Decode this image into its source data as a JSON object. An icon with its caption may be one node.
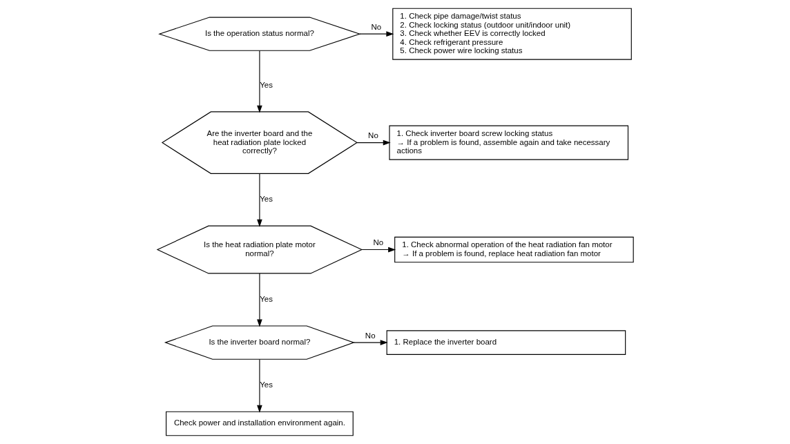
{
  "diagram": {
    "nodes": [
      {
        "text": [
          "Is the operation status normal?"
        ]
      },
      {
        "text": [
          "1. Check pipe damage/twist status",
          "2. Check locking status (outdoor unit/indoor unit)",
          "3. Check whether EEV is correctly locked",
          "4. Check refrigerant pressure",
          "5. Check power wire locking status"
        ]
      },
      {
        "text": [
          "Are the inverter board and the heat radiation plate locked correctly?"
        ]
      },
      {
        "text": [
          "1. Check inverter board screw locking status",
          "→ If a problem is found, assemble again and take necessary actions"
        ]
      },
      {
        "text": [
          "Is the heat radiation plate motor normal?"
        ]
      },
      {
        "text": [
          "1. Check abnormal operation of the heat radiation fan motor",
          "→ If a problem is found, replace heat radiation fan motor"
        ]
      },
      {
        "text": [
          "Is the inverter board normal?"
        ]
      },
      {
        "text": [
          "1. Replace the inverter board"
        ]
      },
      {
        "text": [
          "Check power and installation environment again."
        ]
      }
    ],
    "edges": [
      {
        "from": 0,
        "to": 1,
        "arrow": "to",
        "label": "No"
      },
      {
        "from": 0,
        "to": 2,
        "arrow": "to",
        "label": "Yes"
      },
      {
        "from": 2,
        "to": 3,
        "arrow": "to",
        "label": "No"
      },
      {
        "from": 2,
        "to": 4,
        "arrow": "to",
        "label": "Yes"
      },
      {
        "from": 4,
        "to": 5,
        "arrow": "to",
        "label": "No"
      },
      {
        "from": 4,
        "to": 6,
        "arrow": "to",
        "label": "Yes"
      },
      {
        "from": 6,
        "to": 7,
        "arrow": "to",
        "label": "No"
      },
      {
        "from": 6,
        "to": 8,
        "arrow": "to",
        "label": "Yes"
      }
    ]
  }
}
